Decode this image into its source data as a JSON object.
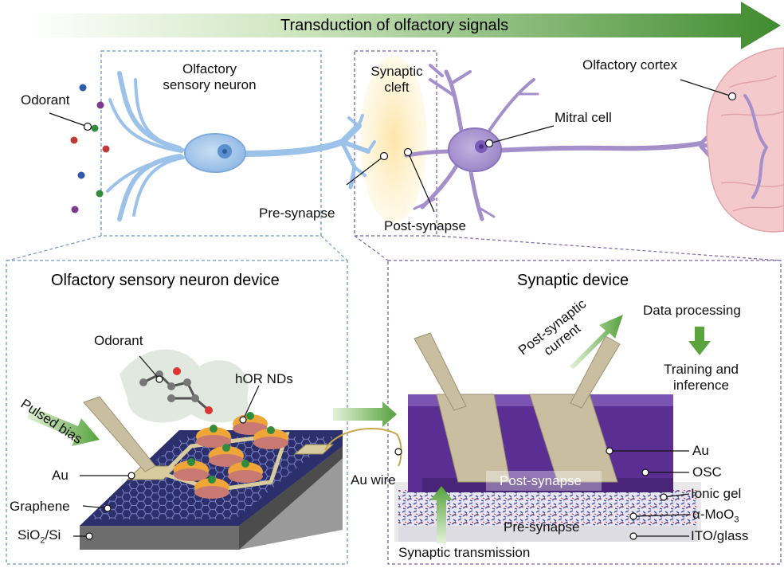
{
  "header": {
    "title": "Transduction of olfactory signals"
  },
  "top": {
    "odorant": "Odorant",
    "osn_line1": "Olfactory",
    "osn_line2": "sensory neuron",
    "cleft_line1": "Synaptic",
    "cleft_line2": "cleft",
    "olfactory_cortex": "Olfactory  cortex",
    "mitral_cell": "Mitral cell",
    "pre_synapse": "Pre-synapse",
    "post_synapse": "Post-synapse"
  },
  "left_panel": {
    "title": "Olfactory sensory neuron device",
    "odorant": "Odorant",
    "hor_nds": "hOR NDs",
    "pulsed_bias": "Pulsed bias",
    "au": "Au",
    "graphene": "Graphene",
    "substrate_prefix": "SiO",
    "substrate_sub": "2",
    "substrate_suffix": "/Si",
    "au_wire": "Au wire"
  },
  "right_panel": {
    "title": "Synaptic device",
    "post_synaptic_current_line1": "Post-synaptic",
    "post_synaptic_current_line2": "current",
    "data_processing": "Data processing",
    "training_line1": "Training and",
    "training_line2": "inference",
    "au": "Au",
    "osc": "OSC",
    "ionic_gel": "Ionic gel",
    "moo3_prefix": "α-MoO",
    "moo3_sub": "3",
    "ito_glass": "ITO/glass",
    "post_synapse": "Post-synapse",
    "pre_synapse": "Pre-synapse",
    "synaptic_transmission": "Synaptic transmission"
  },
  "colors": {
    "neuron_blue": "#a9cbee",
    "mitral_purple": "#a48fcb",
    "cleft_yellow": "#fde9b5",
    "brain_pink": "#f3c3c6",
    "arrow_green": "#3f8b2e",
    "dashed_blue": "#6f96c3",
    "dashed_purple": "#7a63a8",
    "device_purple": "#5b2e93",
    "electrode_gold": "#c9bfa0",
    "graphene_navy": "#2b2f6c"
  }
}
